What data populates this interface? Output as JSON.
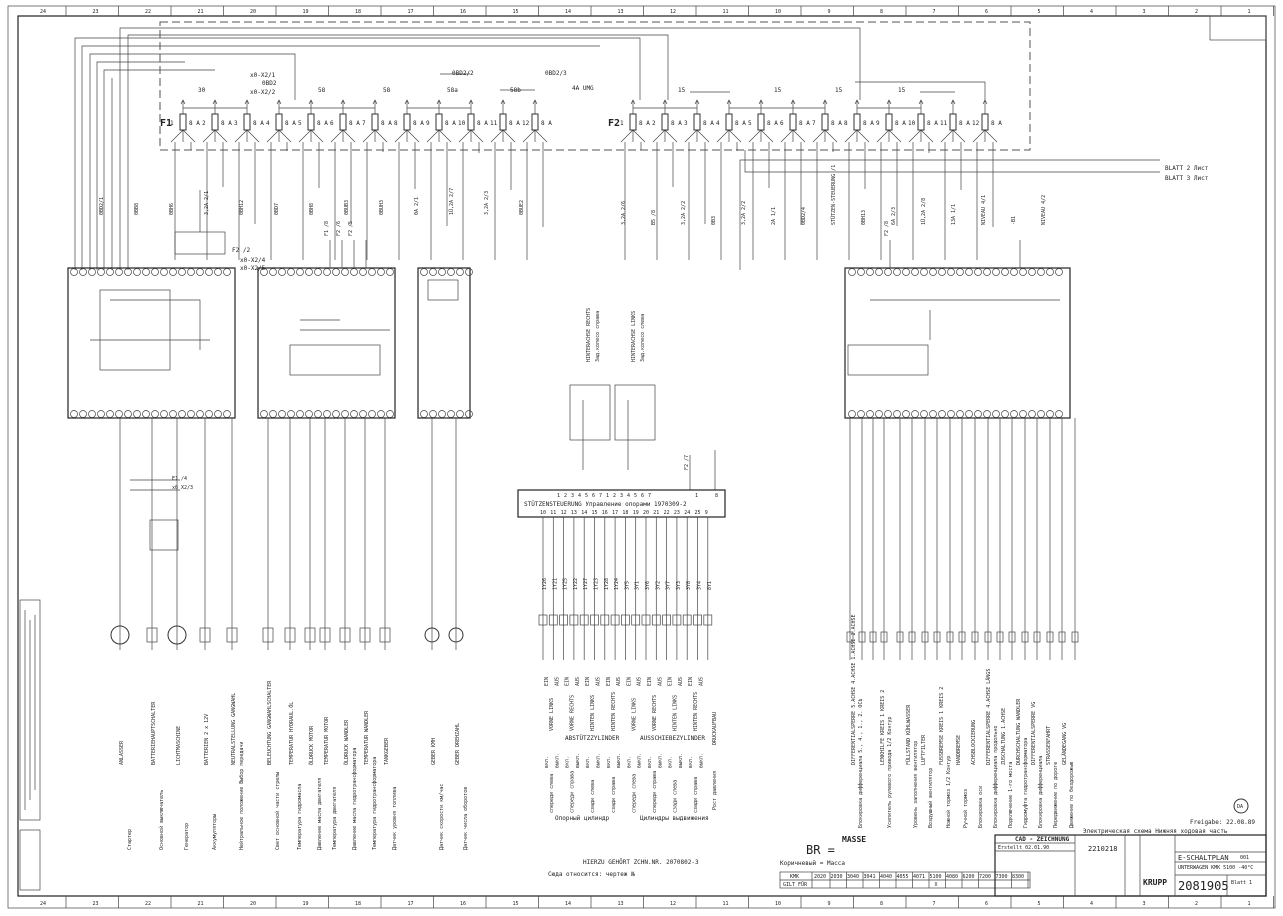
{
  "zones_top": [
    "24",
    "23",
    "22",
    "21",
    "20",
    "19",
    "18",
    "17",
    "16",
    "15",
    "14",
    "13",
    "12",
    "11",
    "10",
    "9",
    "8",
    "7",
    "6",
    "5",
    "4",
    "3",
    "2",
    "1"
  ],
  "fuse_block_1": {
    "label": "F1",
    "rating": "8 A",
    "groups": [
      "30",
      "58",
      "58",
      "58a",
      "58b",
      "4A UMG"
    ],
    "refs": [
      "x0-X2/1",
      "0BD2",
      "x0-X2/2",
      "0BD2/2",
      "0BD2/3"
    ],
    "wires": [
      "0BD2/1",
      "0BB8",
      "0BH6",
      "3,2A 2/1",
      "0BH12",
      "0BD7",
      "0BH8",
      "0BUB3",
      "0BUH3",
      "0A 2/1",
      "1Ü,2A 2/7",
      "3,2A 2/3",
      "0BUE2"
    ]
  },
  "fuse_block_2": {
    "label": "F2",
    "rating": "8 A",
    "groups": [
      "15",
      "15",
      "15",
      "15"
    ],
    "wires": [
      "3,2A 2/6",
      "B5 /8",
      "3,2A 2/2",
      "0B3",
      "3,2A 2/2",
      "2A 1/1",
      "0BD2/4",
      "STÜTZEN-STEUERUNG /1",
      "0BH13",
      "6A 2/3",
      "1Ü,2A 2/8",
      "13A 1/1",
      "NIVEAU 4/1",
      "-B1",
      "NIVEAU 4/2"
    ]
  },
  "sheet_refs": [
    "BLATT 2  Лист",
    "BLATT 3  Лист"
  ],
  "relay_refs": [
    "F2 /2",
    "x0-X2/4",
    "x0-X2/5",
    "F1 /8",
    "F2 /6",
    "F2 /5",
    "F2 /8",
    "E1 /4",
    "x0 X2/3",
    "F2 /7"
  ],
  "stuetzen": {
    "title": "STÜTZENSTEUERUNG  Управление опорами      1970309-2",
    "pins_top": [
      "1",
      "2",
      "3",
      "4",
      "5",
      "6",
      "7",
      "1",
      "2",
      "3",
      "4",
      "5",
      "6",
      "7",
      "1",
      "8"
    ],
    "pins_bottom": [
      "10",
      "11",
      "12",
      "13",
      "14",
      "15",
      "16",
      "17",
      "18",
      "19",
      "20",
      "21",
      "22",
      "23",
      "24",
      "25",
      "9"
    ],
    "valves": [
      "1Y26",
      "1Y21",
      "1Y25",
      "1Y22",
      "1Y27",
      "1Y23",
      "1Y28",
      "1Y24",
      "3Y5",
      "3Y1",
      "3Y6",
      "3Y2",
      "3Y7",
      "3Y3",
      "3Y8",
      "3Y4",
      "8Y1"
    ],
    "group_de": [
      "ABSTÜTZZYLINDER",
      "AUSSCHIEBEZYLINDER"
    ],
    "group_ru": [
      "Опорный цилиндр",
      "Цилиндры выдвижения"
    ],
    "positions": [
      "VORNE LINKS",
      "VORNE RECHTS",
      "HINTEN LINKS",
      "HINTEN RECHTS",
      "VORNE LINKS",
      "VORNE RECHTS",
      "HINTEN LINKS",
      "HINTEN RECHTS"
    ],
    "states": [
      "EIN",
      "AUS"
    ],
    "druckaufbau": "DRUCKAUFBAU",
    "druckaufbau_ru": "Рост давления",
    "pos_ru": [
      "спереди слева",
      "спереди справа",
      "сзади слева",
      "сзади справа",
      "спереди слева",
      "спереди справа",
      "сзади слева",
      "сзади справа"
    ],
    "states_ru": [
      "вкл.",
      "выкл."
    ]
  },
  "rear_lamps": [
    "HINTERACHSE RECHTS",
    "HINTERACHSE LINKS",
    "Зад.колесо справа",
    "Зад.колесо слева"
  ],
  "consumers_left": [
    {
      "de": "ANLASSER",
      "ru": "Стартер"
    },
    {
      "de": "BATTERIEHAUPTSCHALTER",
      "ru": "Основной выключатель"
    },
    {
      "de": "LICHTMASCHINE",
      "ru": "Генератор"
    },
    {
      "de": "BATTERIEN 2 x 12V",
      "ru": "Аккумуляторы"
    },
    {
      "de": "NEUTRALSTELLUNG GANGWAHL",
      "ru": "Нейтральное положение Выбор передачи"
    },
    {
      "de": "BELEUCHTUNG GANGWAHLSCHALTER",
      "ru": "Свет основной части стрелы"
    },
    {
      "de": "TEMPERATUR HYDRAUL.ÖL",
      "ru": "Температура гидромасла"
    },
    {
      "de": "ÖLDRUCK MOTOR",
      "ru": "Давление масла двигателя"
    },
    {
      "de": "TEMPERATUR MOTOR",
      "ru": "Температура двигателя"
    },
    {
      "de": "ÖLDRUCK WANDLER",
      "ru": "Давление масла гидротрансформатора"
    },
    {
      "de": "TEMPERATUR WANDLER",
      "ru": "Температура гидротрансформатора"
    },
    {
      "de": "TANKGEBER",
      "ru": "Датчик уровня топлива"
    },
    {
      "de": "GEBER KMH",
      "ru": "Датчик скорости км/час"
    },
    {
      "de": "GEBER DREHZAHL",
      "ru": "Датчик числа оборотов"
    }
  ],
  "consumers_right": [
    {
      "de": "DIFFERENTIALSPERRE 5.ACHSE 4.ACHSE 1.ACHSE 2.ACHSE",
      "ru": "Блокировка дифференциала 5., 4., 1., 2. ОСЬ"
    },
    {
      "de": "LENKHILFE KREIS 1 KREIS 2",
      "ru": "Усилитель рулевого привода 1/2 Контур"
    },
    {
      "de": "FÜLLSTAND KÜHLWASSER",
      "ru": "Уровень заполнения вентилятор"
    },
    {
      "de": "LUFTFILTER",
      "ru": "Воздушный вентилятор"
    },
    {
      "de": "FUSSBREMSE KREIS 1 KREIS 2",
      "ru": "Ножной тормоз 1/2 Контур"
    },
    {
      "de": "HANDBREMSE",
      "ru": "Ручной тормоз"
    },
    {
      "de": "ACHSBLOCKIERUNG",
      "ru": "Блокировка оси"
    },
    {
      "de": "DIFFERENTIALSPERRE 4.ACHSE LÄNGS",
      "ru": "Блокировка дифференциала продольно"
    },
    {
      "de": "ZUSCHALTUNG 1.ACHSE",
      "ru": "Подключение 1-го моста"
    },
    {
      "de": "DURCHSCHALTUNG WANDLER",
      "ru": "Гидромуфта гидротрансформатора"
    },
    {
      "de": "DIFFERENTIALSPERRE VG",
      "ru": "Блокировка дифференциала"
    },
    {
      "de": "STRASSENFAHRT",
      "ru": "Передвижение по дороге"
    },
    {
      "de": "GELÄNDEGANG VG",
      "ru": "Движение по бездорожью"
    }
  ],
  "notes": {
    "hierzu": "HIERZU GEHÖRT ZCHN.NR. 2070802-3",
    "hierzu_ru": "Сюда относится: чертеж №",
    "br": "BR =",
    "masse": "MASSE",
    "masse_ru": "Коричневый = Масса",
    "freigabe": "Freigabe: 22.08.89",
    "title_ru": "Электрическая схема Нижняя ходовая часть",
    "stamp": "DA"
  },
  "variant_table": {
    "head": "KMK",
    "row": "GILT FÜR",
    "cols": [
      "2020",
      "2030",
      "3040",
      "3041",
      "4040",
      "4055",
      "4071",
      "5100",
      "4080",
      "6200",
      "7200",
      "7300",
      "8300"
    ],
    "mark": "X",
    "marked_col": "5100"
  },
  "title_block": {
    "cad": "CAD - ZEICHNUNG",
    "erstellt": "Erstellt  02.01.90",
    "number_small": "2210218",
    "company": "KRUPP",
    "title1": "E-SCHALTPLAN",
    "title2": "UNTERWAGEN KMK 5100 -40°C",
    "blatt": "Blatt 1",
    "sheet_no": "2081905",
    "field": "001"
  }
}
